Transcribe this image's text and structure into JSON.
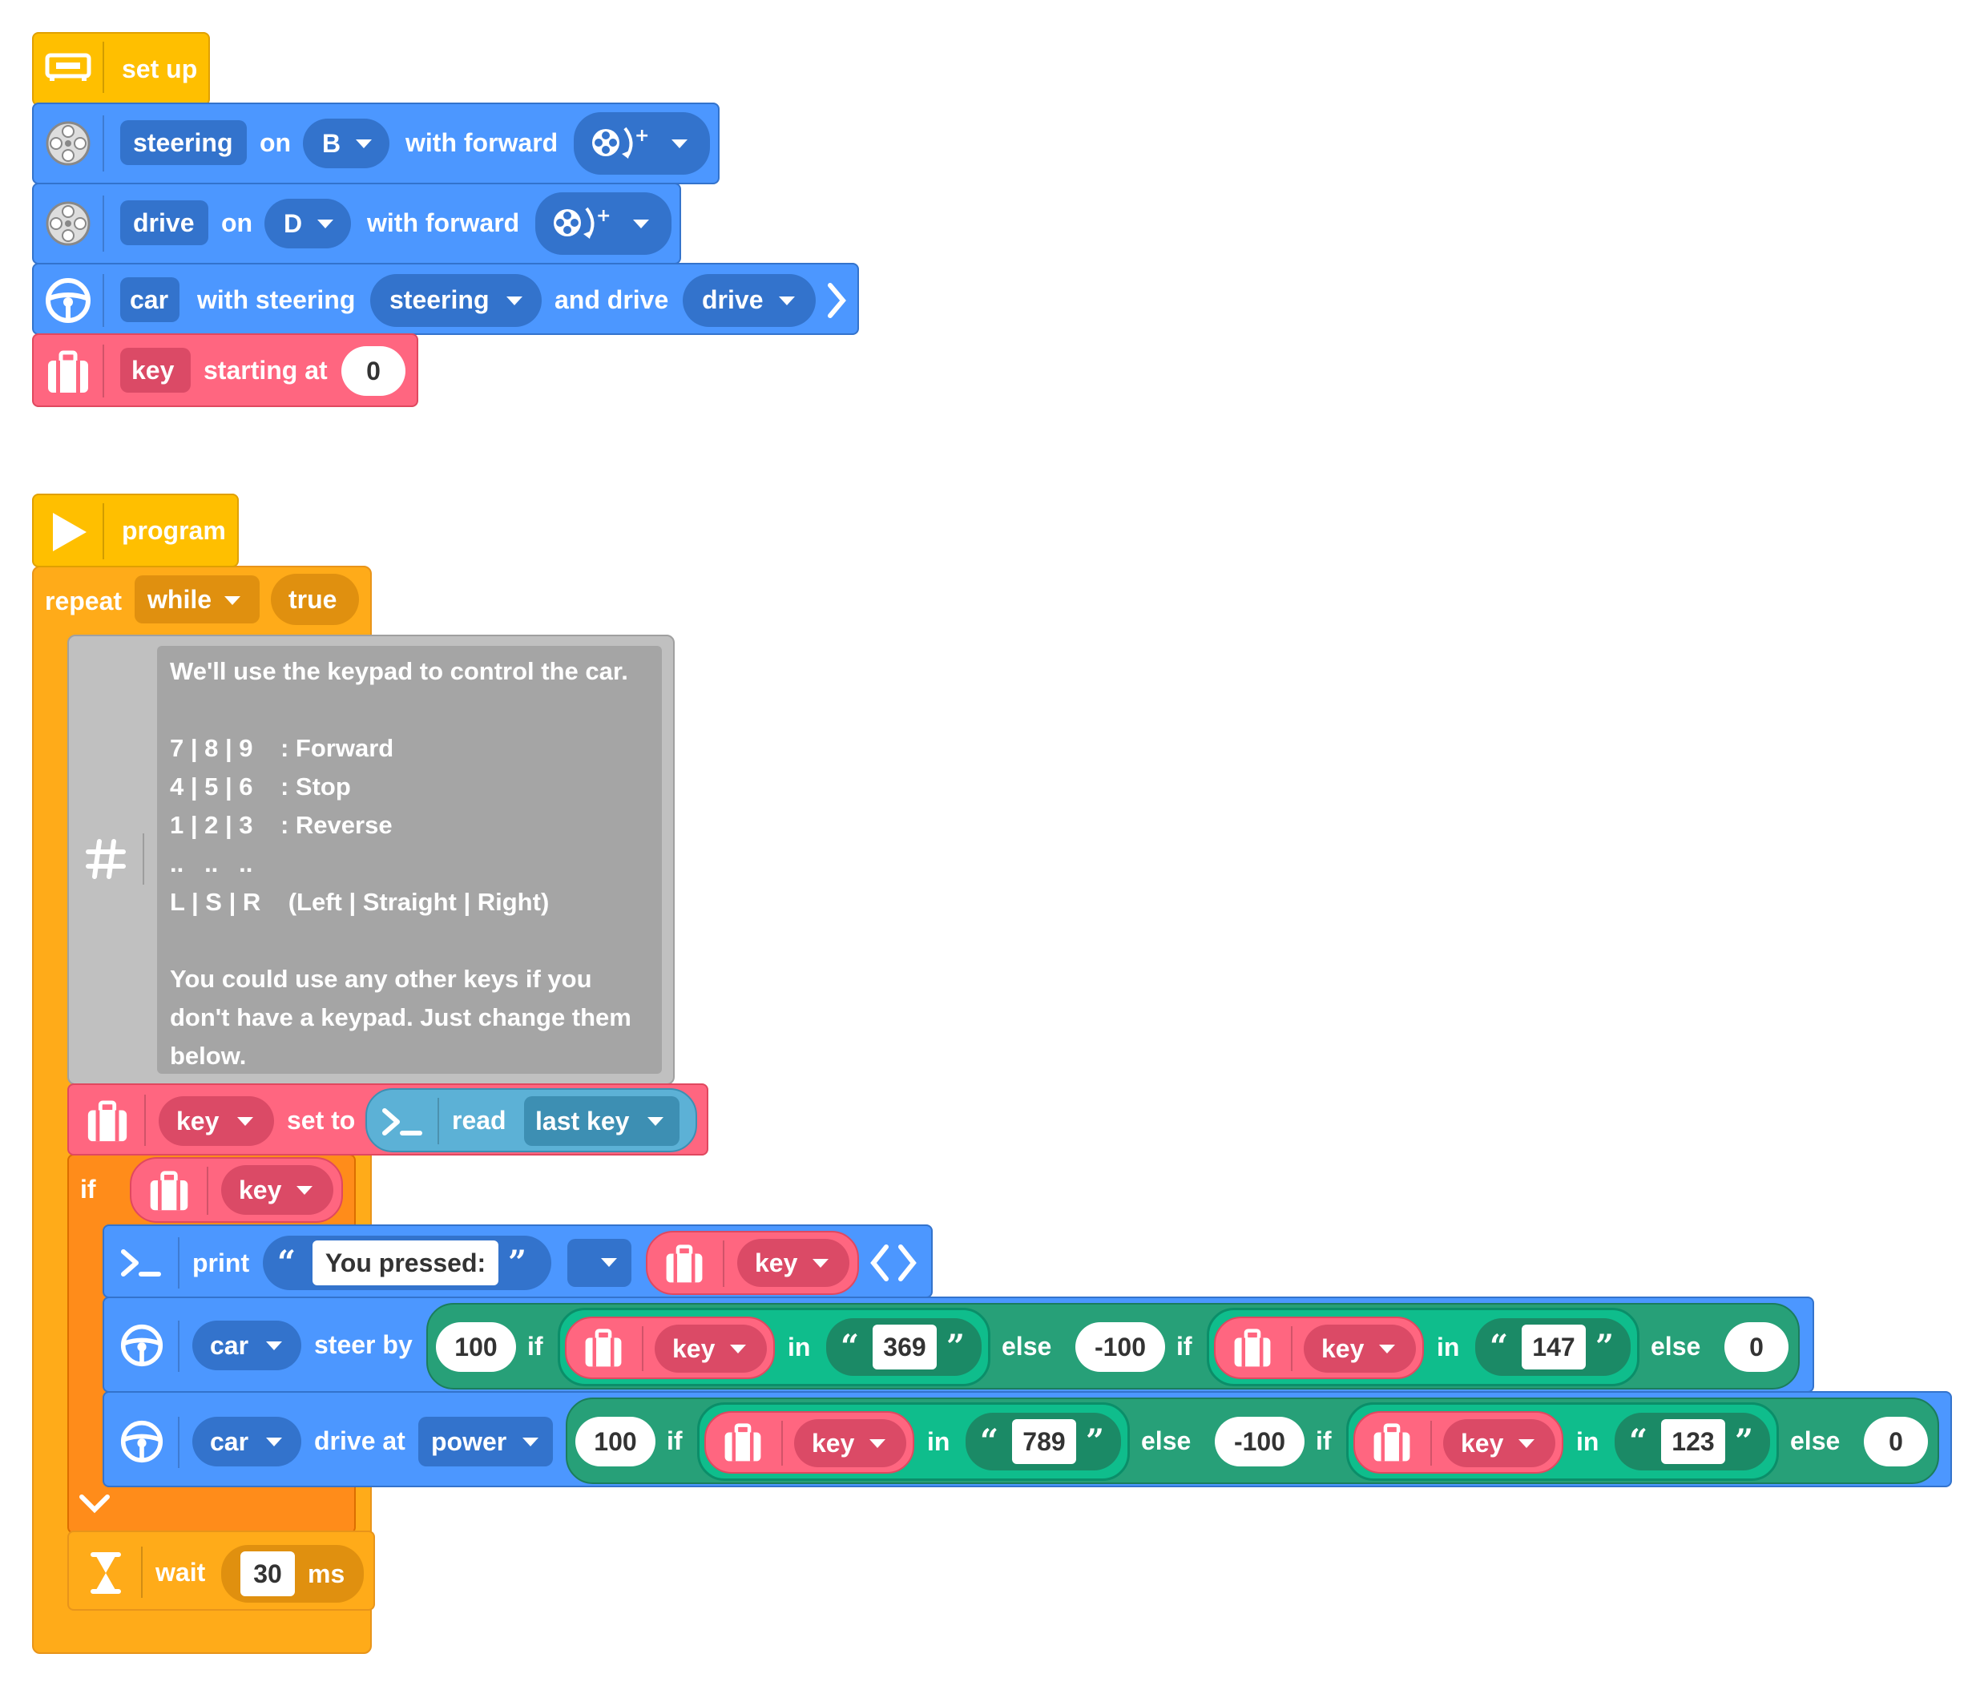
{
  "setup": {
    "title": "set up",
    "steering_motor": {
      "name": "steering",
      "on": "on",
      "port": "B",
      "with": "with forward"
    },
    "drive_motor": {
      "name": "drive",
      "on": "on",
      "port": "D",
      "with": "with forward"
    },
    "car": {
      "name": "car",
      "with_steering": "with steering",
      "steering_value": "steering",
      "and_drive": "and drive",
      "drive_value": "drive"
    },
    "variable": {
      "name": "key",
      "starting_at": "starting at",
      "value": "0"
    }
  },
  "program": {
    "title": "program",
    "repeat": {
      "label": "repeat",
      "mode": "while",
      "condition": "true"
    },
    "comment": {
      "lines": [
        "We'll use the keypad to control the car.",
        "",
        "7 | 8 | 9    : Forward",
        "4 | 5 | 6    : Stop",
        "1 | 2 | 3    : Reverse",
        "..   ..   ..",
        "L | S | R    (Left | Straight | Right)",
        "",
        "You could use any other keys if you",
        "don't have a keypad. Just change them",
        "below."
      ]
    },
    "set_key": {
      "var": "key",
      "set_to": "set to",
      "read": "read",
      "source": "last key"
    },
    "if_block": {
      "label": "if",
      "var": "key"
    },
    "print": {
      "label": "print",
      "text": "You pressed:",
      "var": "key"
    },
    "steer": {
      "target": "car",
      "label": "steer by",
      "v1": "100",
      "if1": "if",
      "key1": "key",
      "in1": "in",
      "s1": "369",
      "else1": "else",
      "v2": "-100",
      "if2": "if",
      "key2": "key",
      "in2": "in",
      "s2": "147",
      "else2": "else",
      "v3": "0"
    },
    "drive": {
      "target": "car",
      "label": "drive at",
      "mode": "power",
      "v1": "100",
      "if1": "if",
      "key1": "key",
      "in1": "in",
      "s1": "789",
      "else1": "else",
      "v2": "-100",
      "if2": "if",
      "key2": "key",
      "in2": "in",
      "s2": "123",
      "else2": "else",
      "v3": "0"
    },
    "wait": {
      "label": "wait",
      "value": "30",
      "unit": "ms"
    }
  },
  "colors": {
    "events": "#ffbf00",
    "motors": "#4c97ff",
    "variables": "#ff6680",
    "control": "#ffab19",
    "logic": "#0fbd8c",
    "text": "#27a078",
    "console": "#5cb1d6",
    "comment": "#a5a5a5"
  },
  "icons": [
    "hub-icon",
    "motor-icon",
    "steering-wheel-icon",
    "suitcase-icon",
    "play-icon",
    "hash-icon",
    "terminal-icon",
    "hourglass-icon"
  ]
}
